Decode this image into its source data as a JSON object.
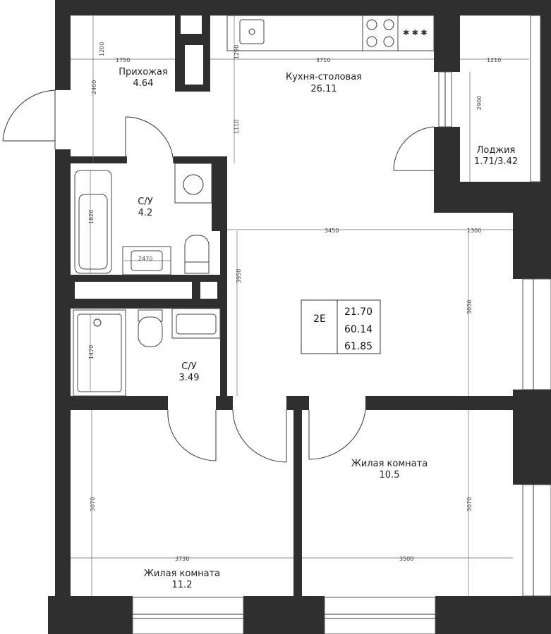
{
  "rooms": {
    "hallway": {
      "name": "Прихожая",
      "area": "4.64"
    },
    "kitchen": {
      "name": "Кухня-столовая",
      "area": "26.11"
    },
    "loggia": {
      "name": "Лоджия",
      "area": "1.71/3.42"
    },
    "bath1": {
      "name": "С/У",
      "area": "4.2"
    },
    "bath2": {
      "name": "С/У",
      "area": "3.49"
    },
    "room_right": {
      "name": "Жилая комната",
      "area": "10.5"
    },
    "room_left": {
      "name": "Жилая комната",
      "area": "11.2"
    }
  },
  "summary": {
    "type": "2Е",
    "area_living": "21.70",
    "area_total": "60.14",
    "area_with_loggia": "61.85"
  },
  "dimensions": {
    "hall_w": "1750",
    "hall_h1": "1200",
    "hall_h2": "2400",
    "kitchen_w": "3710",
    "kitchen_h1": "1290",
    "kitchen_h2": "1110",
    "loggia_w": "1210",
    "loggia_h": "2900",
    "bath1_w": "2470",
    "bath1_h": "1820",
    "mid_w": "3450",
    "mid_w2": "1300",
    "mid_h": "3950",
    "mid_h2": "3050",
    "bath2_h": "1470",
    "room_left_w": "3730",
    "room_left_h": "3070",
    "room_right_w": "3500",
    "room_right_h": "3070"
  },
  "stove_marks": "✱ ✱ ✱"
}
